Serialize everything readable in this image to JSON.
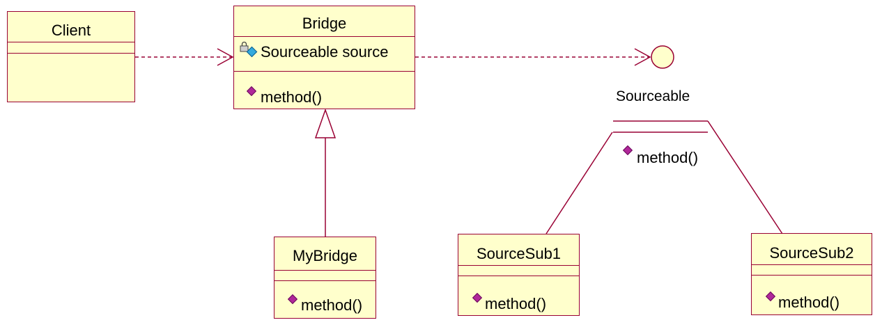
{
  "classes": {
    "client": {
      "name": "Client"
    },
    "bridge": {
      "name": "Bridge",
      "attribute": "Sourceable source",
      "operation": "method()"
    },
    "mybridge": {
      "name": "MyBridge",
      "operation": "method()"
    },
    "sourcesub1": {
      "name": "SourceSub1",
      "operation": "method()"
    },
    "sourcesub2": {
      "name": "SourceSub2",
      "operation": "method()"
    }
  },
  "interface": {
    "name": "Sourceable",
    "operation": "method()"
  },
  "colors": {
    "class_fill": "#ffffcc",
    "class_border": "#990033",
    "operation_icon": "#b0279a",
    "attribute_icon": "#33aadd"
  },
  "icons": [
    "lock-icon",
    "attribute-icon",
    "operation-icon"
  ]
}
